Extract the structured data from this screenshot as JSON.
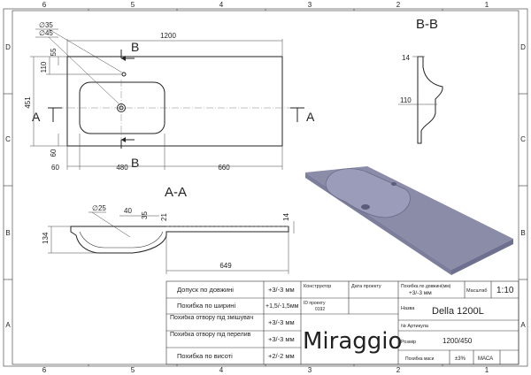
{
  "frame": {
    "columns": [
      "6",
      "5",
      "4",
      "3",
      "2",
      "1"
    ],
    "rows": [
      "D",
      "C",
      "B",
      "A"
    ]
  },
  "section_bb": {
    "title": "B-B",
    "dim_top": "14",
    "dim_side": "110"
  },
  "section_aa": {
    "title": "A-A",
    "dim_hole": "∅25",
    "dim_40": "40",
    "dim_35": "35",
    "dim_21": "21",
    "dim_14": "14",
    "dim_134": "134",
    "dim_649": "649"
  },
  "plan": {
    "dim_hole_35": "∅35",
    "dim_hole_45": "∅45",
    "dim_1200": "1200",
    "dim_110": "110",
    "dim_55": "55",
    "dim_451": "451",
    "dim_60_side": "60",
    "dim_60_bottom": "60",
    "dim_480": "480",
    "dim_660": "660",
    "cut_a": "A",
    "cut_b": "B"
  },
  "title_block": {
    "rows": [
      {
        "label": "Допуск по довжині",
        "value": "+3/-3 мм"
      },
      {
        "label": "Похибка по ширині",
        "value": "+1,5/-1,5мм"
      },
      {
        "label": "Похибка отвору під змішувач",
        "value": "+3/-3 мм"
      },
      {
        "label": "Похибка отвору під перелив",
        "value": "+3/-3 мм"
      },
      {
        "label": "Похибка по висоті",
        "value": "+2/-2 мм"
      }
    ],
    "constructor_label": "Конструктор",
    "project_date_label": "Дата проекту",
    "project_id_label": "ID проекту",
    "project_id_value": "0192",
    "logo": "Miraggio",
    "tolerance_label": "Похибка по довжині(мм)",
    "tolerance_value": "+3/-3 мм",
    "scale_label": "Масштаб",
    "scale_value": "1:10",
    "name_label": "Назва",
    "name_value": "Della 1200L",
    "article_label": "№ Артикула",
    "size_label": "Розмір",
    "size_value": "1200/450",
    "mass_tolerance_label": "Похибка маси",
    "mass_tolerance_value": "±3%",
    "mass_label": "МАСА"
  }
}
